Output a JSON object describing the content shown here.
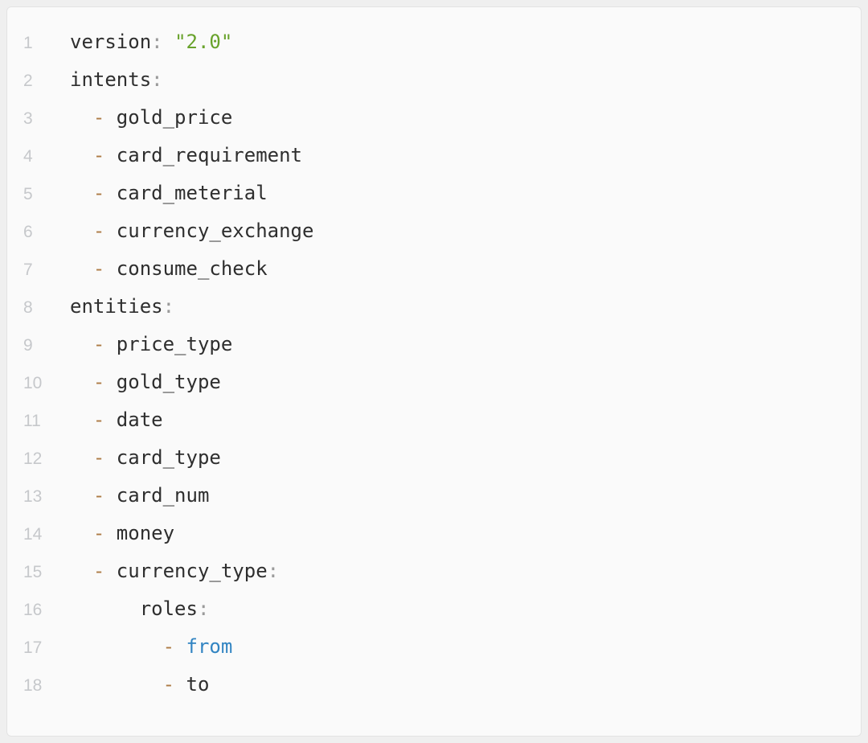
{
  "page": {
    "background": "#efefef"
  },
  "code_block": {
    "language": "yaml",
    "background": "#fafafa",
    "border_color": "#e3e3e3",
    "token_colors": {
      "plain": "#2e2e2e",
      "punctuation": "#9a9a9a",
      "string": "#68a22b",
      "operator": "#ad7b45",
      "keyword": "#3184c2",
      "linenum": "#c6c8cb"
    },
    "lines": [
      {
        "number": "1",
        "tokens": [
          {
            "t": "version",
            "c": "plain"
          },
          {
            "t": ":",
            "c": "punctuation"
          },
          {
            "t": " ",
            "c": "plain"
          },
          {
            "t": "\"2.0\"",
            "c": "string"
          }
        ]
      },
      {
        "number": "2",
        "tokens": [
          {
            "t": "intents",
            "c": "plain"
          },
          {
            "t": ":",
            "c": "punctuation"
          }
        ]
      },
      {
        "number": "3",
        "tokens": [
          {
            "t": "  ",
            "c": "plain"
          },
          {
            "t": "-",
            "c": "operator"
          },
          {
            "t": " gold_price",
            "c": "plain"
          }
        ]
      },
      {
        "number": "4",
        "tokens": [
          {
            "t": "  ",
            "c": "plain"
          },
          {
            "t": "-",
            "c": "operator"
          },
          {
            "t": " card_requirement",
            "c": "plain"
          }
        ]
      },
      {
        "number": "5",
        "tokens": [
          {
            "t": "  ",
            "c": "plain"
          },
          {
            "t": "-",
            "c": "operator"
          },
          {
            "t": " card_meterial",
            "c": "plain"
          }
        ]
      },
      {
        "number": "6",
        "tokens": [
          {
            "t": "  ",
            "c": "plain"
          },
          {
            "t": "-",
            "c": "operator"
          },
          {
            "t": " currency_exchange",
            "c": "plain"
          }
        ]
      },
      {
        "number": "7",
        "tokens": [
          {
            "t": "  ",
            "c": "plain"
          },
          {
            "t": "-",
            "c": "operator"
          },
          {
            "t": " consume_check",
            "c": "plain"
          }
        ]
      },
      {
        "number": "8",
        "tokens": [
          {
            "t": "entities",
            "c": "plain"
          },
          {
            "t": ":",
            "c": "punctuation"
          }
        ]
      },
      {
        "number": "9",
        "tokens": [
          {
            "t": "  ",
            "c": "plain"
          },
          {
            "t": "-",
            "c": "operator"
          },
          {
            "t": " price_type",
            "c": "plain"
          }
        ]
      },
      {
        "number": "10",
        "tokens": [
          {
            "t": "  ",
            "c": "plain"
          },
          {
            "t": "-",
            "c": "operator"
          },
          {
            "t": " gold_type",
            "c": "plain"
          }
        ]
      },
      {
        "number": "11",
        "tokens": [
          {
            "t": "  ",
            "c": "plain"
          },
          {
            "t": "-",
            "c": "operator"
          },
          {
            "t": " date",
            "c": "plain"
          }
        ]
      },
      {
        "number": "12",
        "tokens": [
          {
            "t": "  ",
            "c": "plain"
          },
          {
            "t": "-",
            "c": "operator"
          },
          {
            "t": " card_type",
            "c": "plain"
          }
        ]
      },
      {
        "number": "13",
        "tokens": [
          {
            "t": "  ",
            "c": "plain"
          },
          {
            "t": "-",
            "c": "operator"
          },
          {
            "t": " card_num",
            "c": "plain"
          }
        ]
      },
      {
        "number": "14",
        "tokens": [
          {
            "t": "  ",
            "c": "plain"
          },
          {
            "t": "-",
            "c": "operator"
          },
          {
            "t": " money",
            "c": "plain"
          }
        ]
      },
      {
        "number": "15",
        "tokens": [
          {
            "t": "  ",
            "c": "plain"
          },
          {
            "t": "-",
            "c": "operator"
          },
          {
            "t": " currency_type",
            "c": "plain"
          },
          {
            "t": ":",
            "c": "punctuation"
          }
        ]
      },
      {
        "number": "16",
        "tokens": [
          {
            "t": "      roles",
            "c": "plain"
          },
          {
            "t": ":",
            "c": "punctuation"
          }
        ]
      },
      {
        "number": "17",
        "tokens": [
          {
            "t": "        ",
            "c": "plain"
          },
          {
            "t": "-",
            "c": "operator"
          },
          {
            "t": " ",
            "c": "plain"
          },
          {
            "t": "from",
            "c": "keyword"
          }
        ]
      },
      {
        "number": "18",
        "tokens": [
          {
            "t": "        ",
            "c": "plain"
          },
          {
            "t": "-",
            "c": "operator"
          },
          {
            "t": " to",
            "c": "plain"
          }
        ]
      }
    ]
  }
}
